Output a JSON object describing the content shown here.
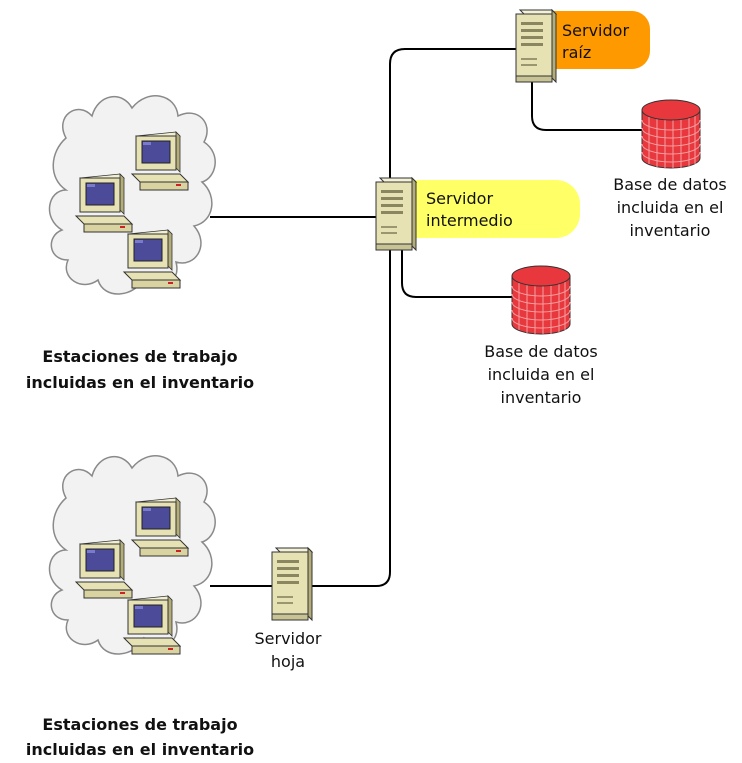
{
  "nodes": {
    "root_server": {
      "line1": "Servidor",
      "line2": "raíz"
    },
    "intermediate_server": {
      "line1": "Servidor",
      "line2": "intermedio"
    },
    "leaf_server": {
      "line1": "Servidor",
      "line2": "hoja"
    },
    "db_root": {
      "line1": "Base de datos",
      "line2": "incluida en el",
      "line3": "inventario"
    },
    "db_intermediate": {
      "line1": "Base de datos",
      "line2": "incluida en el",
      "line3": "inventario"
    },
    "workstations_top": {
      "line1": "Estaciones de trabajo",
      "line2": "incluidas en el inventario"
    },
    "workstations_bottom": {
      "line1": "Estaciones de trabajo",
      "line2": "incluidas en el inventario"
    }
  },
  "colors": {
    "root_label_bg": "#FF9900",
    "intermediate_label_bg": "#FFFF66",
    "database": "#E8383D",
    "database_grid": "#F4A0A2",
    "server_body": "#E6E2B4",
    "monitor_screen": "#4B4B99",
    "line": "#000000"
  }
}
